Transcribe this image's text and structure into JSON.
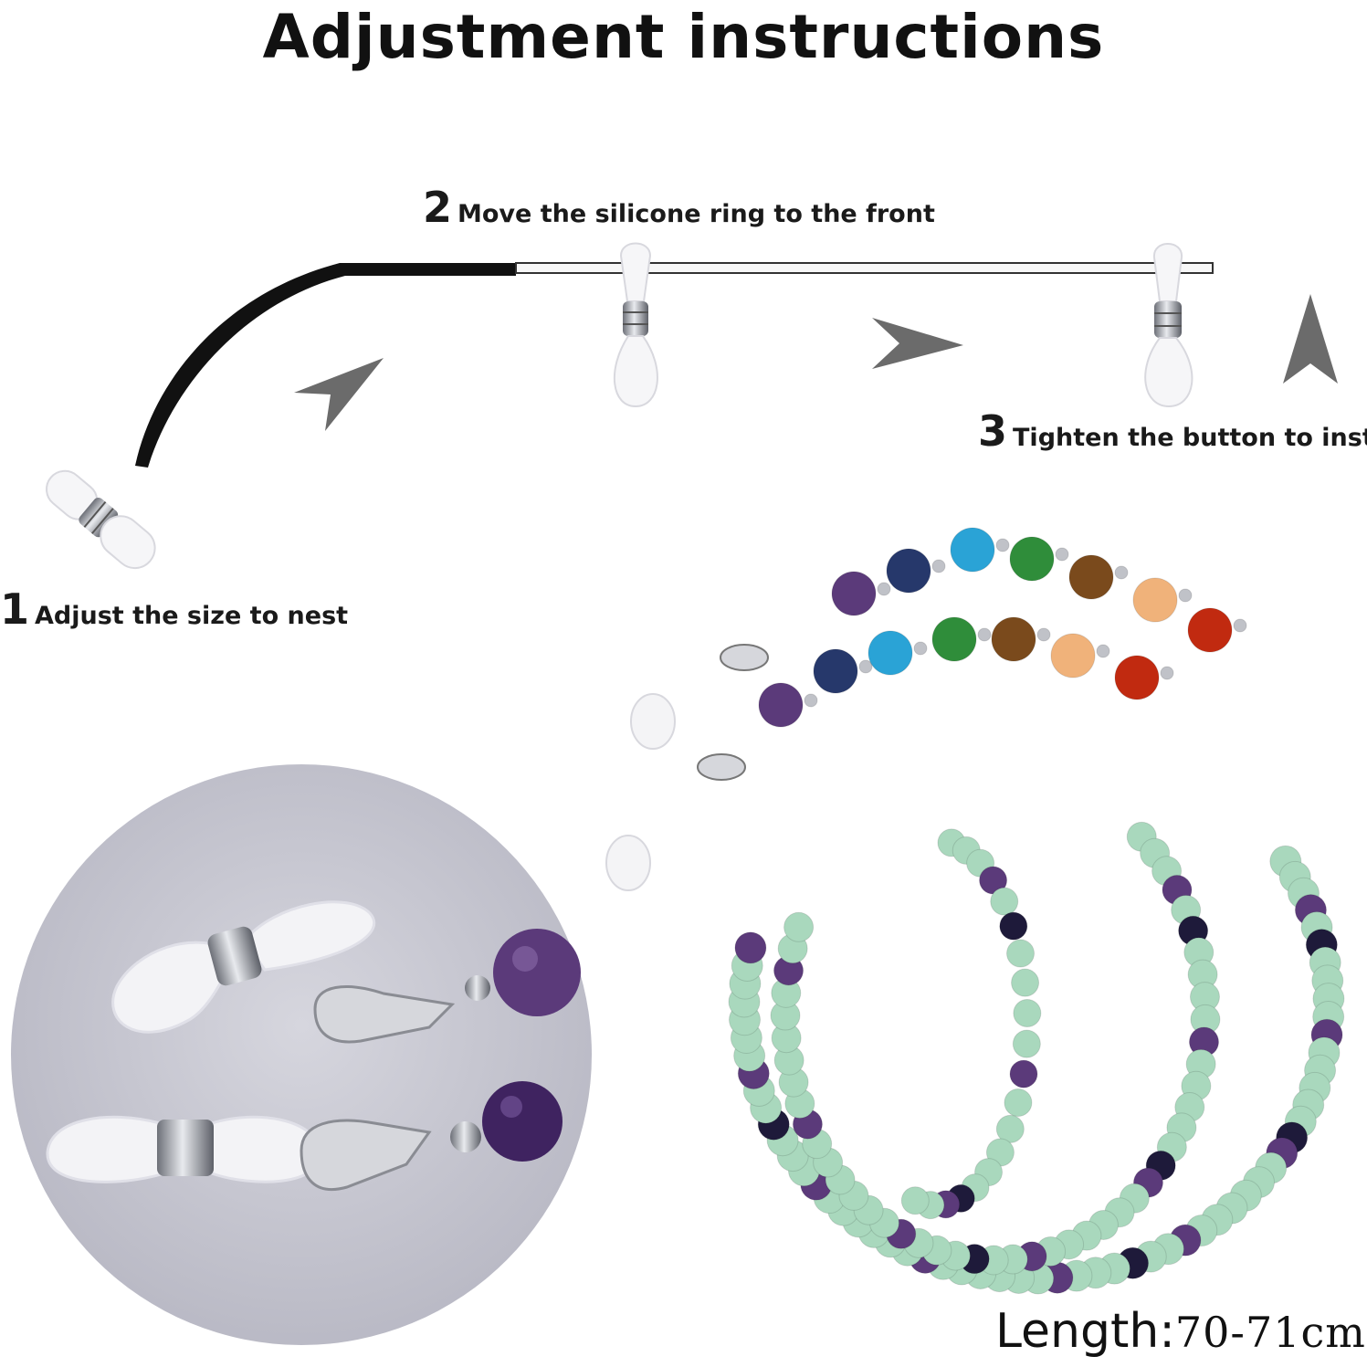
{
  "title": "Adjustment instructions",
  "steps": [
    {
      "number": "1",
      "text": "Adjust the size to nest"
    },
    {
      "number": "2",
      "text": "Move the silicone ring to the front"
    },
    {
      "number": "3",
      "text": "Tighten the button to install"
    }
  ],
  "length": {
    "label": "Length",
    "separator": ":",
    "value": "70-71cm"
  },
  "colors": {
    "temple": "#111111",
    "arrow": "#6b6b6b",
    "silicone": "#f4f4f6",
    "metal": "#b9bcc2",
    "fluorite": "#a9d8bd",
    "amethyst": "#5b3a7a",
    "circle_bg": "#c9c9d3"
  },
  "icons": [
    "glasses-temple-icon",
    "arrow-icon",
    "silicone-ring-icon",
    "beaded-chain-icon",
    "lobster-clasp-icon"
  ]
}
